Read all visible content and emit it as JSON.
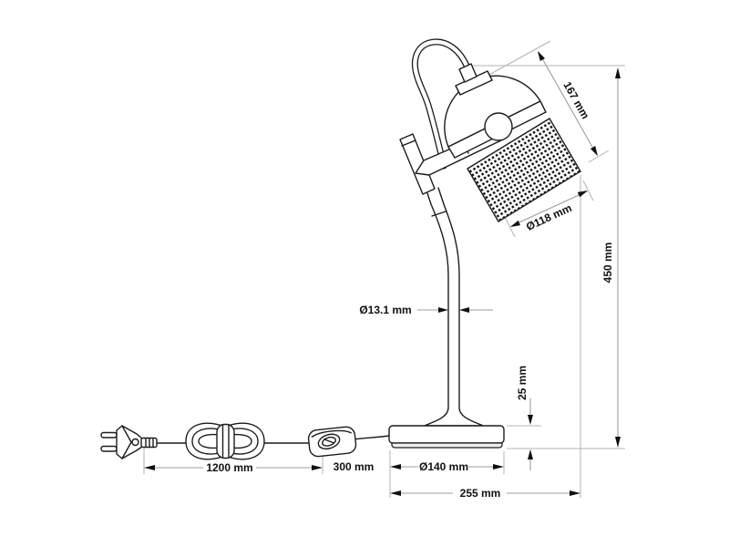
{
  "diagram": {
    "type": "technical-dimension-drawing",
    "subject": "table lamp with mesh shade, side view with plug, coiled cable and inline switch",
    "dimensions": {
      "head_length": "167 mm",
      "shade_diameter": "Ø118 mm",
      "total_height": "450 mm",
      "pole_diameter": "Ø13.1 mm",
      "base_height": "25 mm",
      "cable_length": "1200 mm",
      "switch_distance": "300 mm",
      "base_diameter": "Ø140 mm",
      "overall_depth": "255 mm"
    },
    "colors": {
      "line_work": "#1c1c1c",
      "dimension_lines": "#9c9c9c",
      "extension_lines": "#b3b3b3",
      "text": "#111111",
      "background": "#ffffff"
    }
  }
}
